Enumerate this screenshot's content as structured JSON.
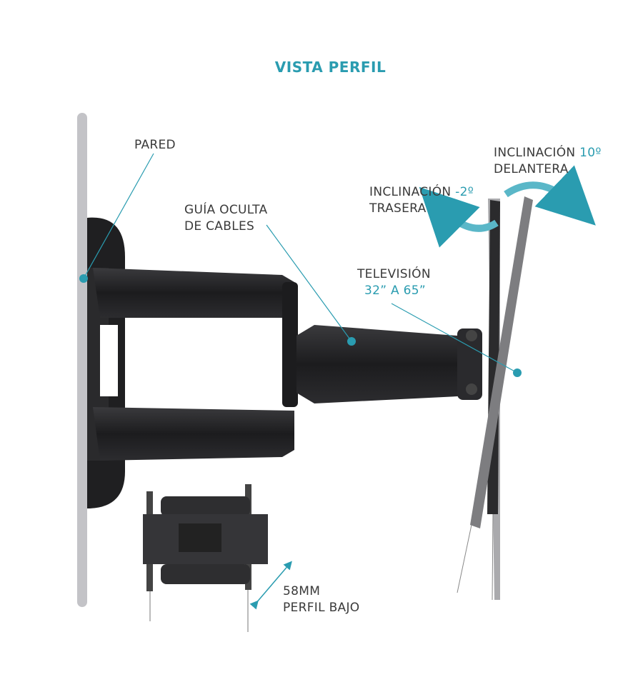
{
  "title": "VISTA PERFIL",
  "labels": {
    "wall": "PARED",
    "cable_guide_line1": "GUÍA OCULTA",
    "cable_guide_line2": "DE CABLES",
    "tv_line1": "TELEVISIÓN",
    "tv_size": "32” A 65”",
    "tilt_back_word": "INCLINACIÓN",
    "tilt_back_value": "-2º",
    "tilt_back_line2": "TRASERA",
    "tilt_front_word": "INCLINACIÓN",
    "tilt_front_value": "10º",
    "tilt_front_line2": "DELANTERA",
    "profile_value": "58MM",
    "profile_line2": "PERFIL BAJO"
  },
  "colors": {
    "accent": "#2a9cb0",
    "wall": "#c3c3c7",
    "mount": "#1f1f21"
  }
}
